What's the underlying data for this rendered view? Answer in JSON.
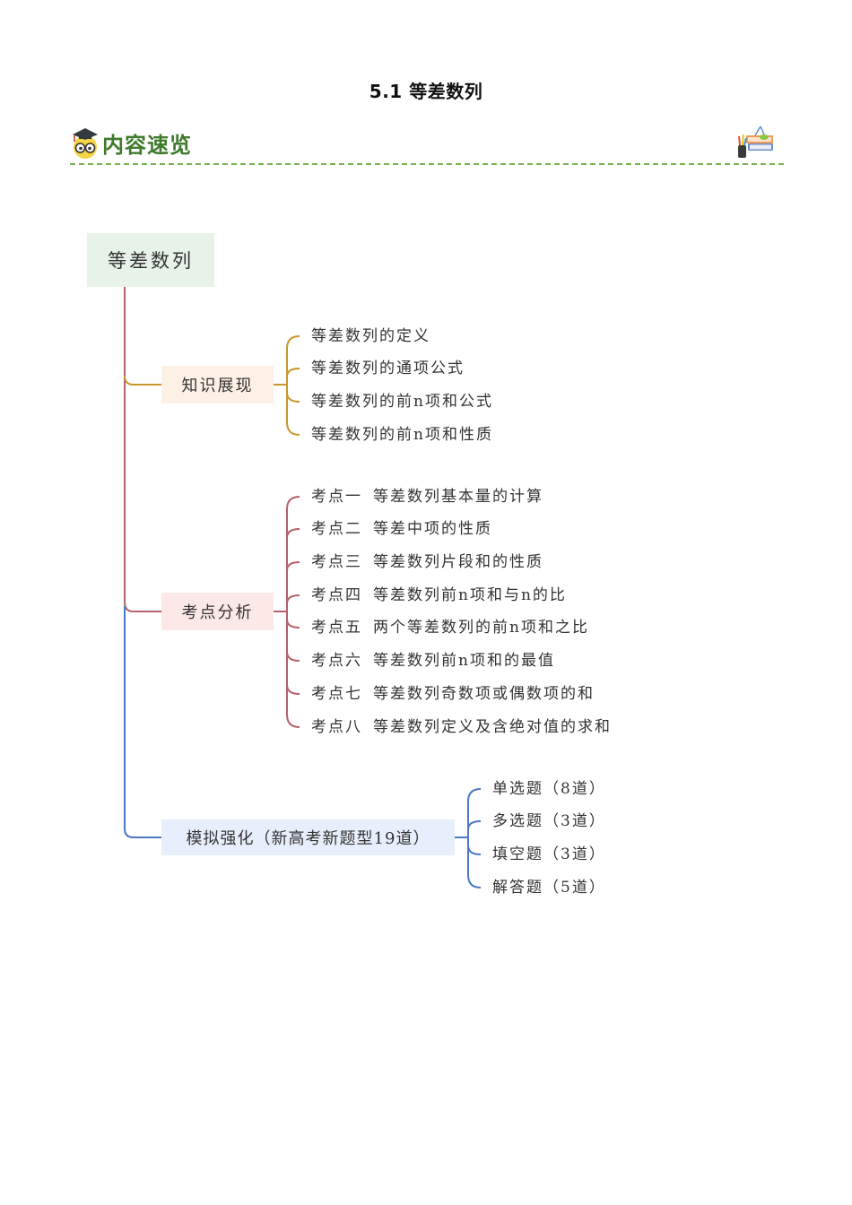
{
  "document": {
    "title": "5.1 等差数列"
  },
  "section": {
    "heading": "内容速览",
    "mascot_icon": "graduate-owl-icon",
    "decor_icon": "books-and-pencils-icon",
    "divider_color": "#7ab356",
    "heading_color": "#3f7a2c"
  },
  "mindmap": {
    "root": {
      "label": "等差数列",
      "bg": "#e7f3e8"
    },
    "branches": [
      {
        "label": "知识展现",
        "bg": "#fdf0e4",
        "line_color": "#c9962e",
        "children": [
          "等差数列的定义",
          "等差数列的通项公式",
          "等差数列的前n项和公式",
          "等差数列的前n项和性质"
        ]
      },
      {
        "label": "考点分析",
        "bg": "#fde8e8",
        "line_color": "#b5606a",
        "children": [
          {
            "tag": "考点一",
            "text": "等差数列基本量的计算"
          },
          {
            "tag": "考点二",
            "text": "等差中项的性质"
          },
          {
            "tag": "考点三",
            "text": "等差数列片段和的性质"
          },
          {
            "tag": "考点四",
            "text": "等差数列前n项和与n的比"
          },
          {
            "tag": "考点五",
            "text": "两个等差数列的前n项和之比"
          },
          {
            "tag": "考点六",
            "text": "等差数列前n项和的最值"
          },
          {
            "tag": "考点七",
            "text": "等差数列奇数项或偶数项的和"
          },
          {
            "tag": "考点八",
            "text": "等差数列定义及含绝对值的求和"
          }
        ]
      },
      {
        "label": "模拟强化（新高考新题型19道）",
        "bg": "#e8effc",
        "line_color": "#4a78c2",
        "children": [
          "单选题（8道）",
          "多选题（3道）",
          "填空题（3道）",
          "解答题（5道）"
        ]
      }
    ]
  }
}
